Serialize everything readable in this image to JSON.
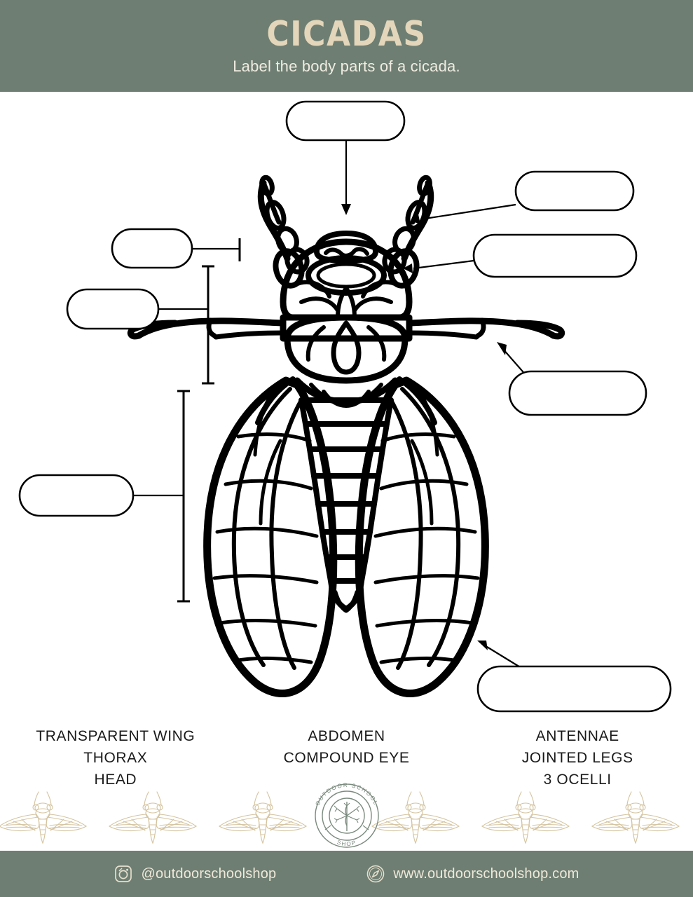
{
  "header": {
    "title": "CICADAS",
    "subtitle": "Label the body parts of a cicada.",
    "bg_color": "#6e7e72",
    "title_color": "#e3d6ba",
    "subtitle_color": "#f0ece1"
  },
  "diagram": {
    "subject": "cicada-top-view-line-drawing",
    "line_color": "#000000",
    "answer_boxes": [
      {
        "id": "box-top",
        "label": "",
        "target": "3 ocelli",
        "connector": "arrow-down"
      },
      {
        "id": "box-right-upper",
        "label": "",
        "target": "antennae",
        "connector": "arrow-left"
      },
      {
        "id": "box-right-mid",
        "label": "",
        "target": "compound eye",
        "connector": "arrow-left"
      },
      {
        "id": "box-left-upper",
        "label": "",
        "target": "head",
        "connector": "bracket"
      },
      {
        "id": "box-left-mid",
        "label": "",
        "target": "thorax",
        "connector": "bracket"
      },
      {
        "id": "box-left-lower",
        "label": "",
        "target": "abdomen",
        "connector": "bracket"
      },
      {
        "id": "box-right-leg",
        "label": "",
        "target": "jointed legs",
        "connector": "arrow-diagonal"
      },
      {
        "id": "box-right-wing",
        "label": "",
        "target": "transparent wing",
        "connector": "arrow-diagonal"
      }
    ]
  },
  "wordbank": {
    "columns": [
      {
        "items": [
          "TRANSPARENT WING",
          "THORAX",
          "HEAD"
        ]
      },
      {
        "items": [
          "ABDOMEN",
          "COMPOUND EYE"
        ]
      },
      {
        "items": [
          "ANTENNAE",
          "JOINTED LEGS",
          "3 OCELLI"
        ]
      }
    ]
  },
  "logo": {
    "top_arc_text": "OUTDOOR SCHOOL",
    "bottom_arc_text": "SHOP",
    "color": "#7b8a7e"
  },
  "decor": {
    "motif": "cicada",
    "count": 6,
    "color": "#d8c9a8"
  },
  "footer": {
    "bg_color": "#6e7e72",
    "instagram": {
      "icon": "instagram-icon",
      "text": "@outdoorschoolshop"
    },
    "website": {
      "icon": "compass-icon",
      "text": "www.outdoorschoolshop.com"
    }
  }
}
